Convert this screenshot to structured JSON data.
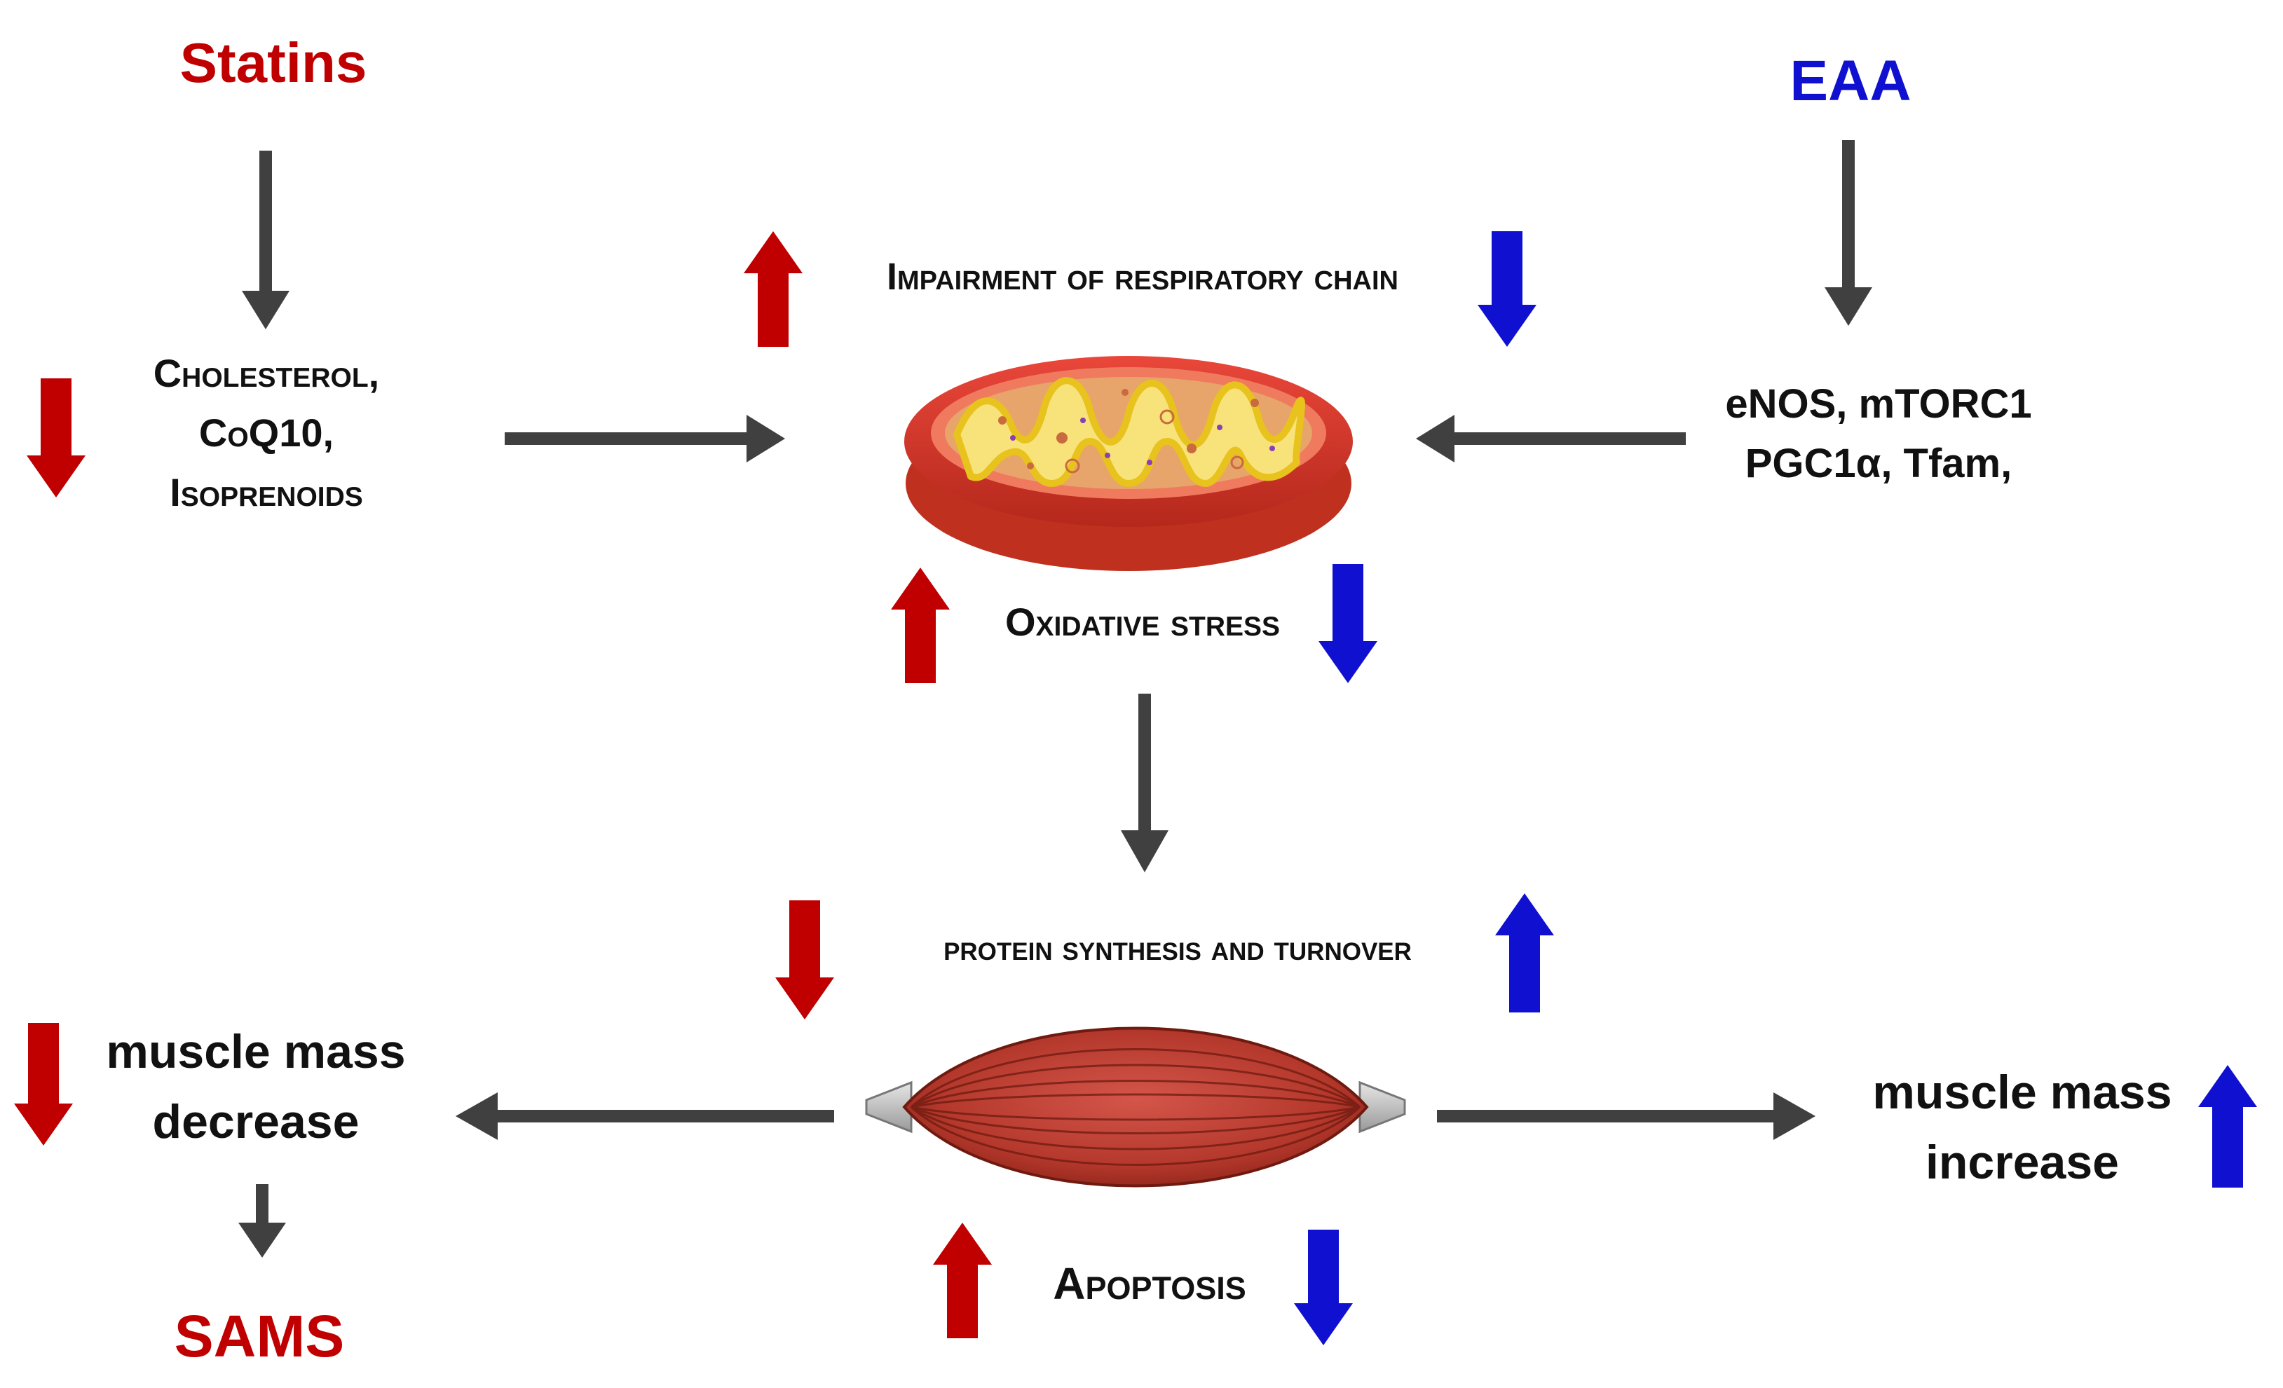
{
  "colors": {
    "statin_red": "#c00000",
    "eaa_blue": "#1010d0",
    "connector_gray": "#404040",
    "text": "#111111"
  },
  "statins": {
    "title": "Statins",
    "effects": [
      "Cholesterol,",
      "CoQ10,",
      "Isoprenoids"
    ]
  },
  "eaa": {
    "title": "EAA",
    "effects": [
      "eNOS, mTORC1",
      "PGC1α, Tfam,"
    ]
  },
  "mitochondrion": {
    "respiratory_label": "Impairment of respiratory chain",
    "oxidative_label": "Oxidative stress"
  },
  "muscle": {
    "protein_label": "protein synthesis and turnover",
    "apoptosis_label": "Apoptosis",
    "decrease_label": [
      "muscle mass",
      "decrease"
    ],
    "increase_label": [
      "muscle mass",
      "increase"
    ],
    "outcome": "SAMS"
  },
  "icons": [
    "mitochondrion-icon",
    "muscle-icon",
    "up-arrow-icon",
    "down-arrow-icon",
    "flow-arrow-icon"
  ]
}
